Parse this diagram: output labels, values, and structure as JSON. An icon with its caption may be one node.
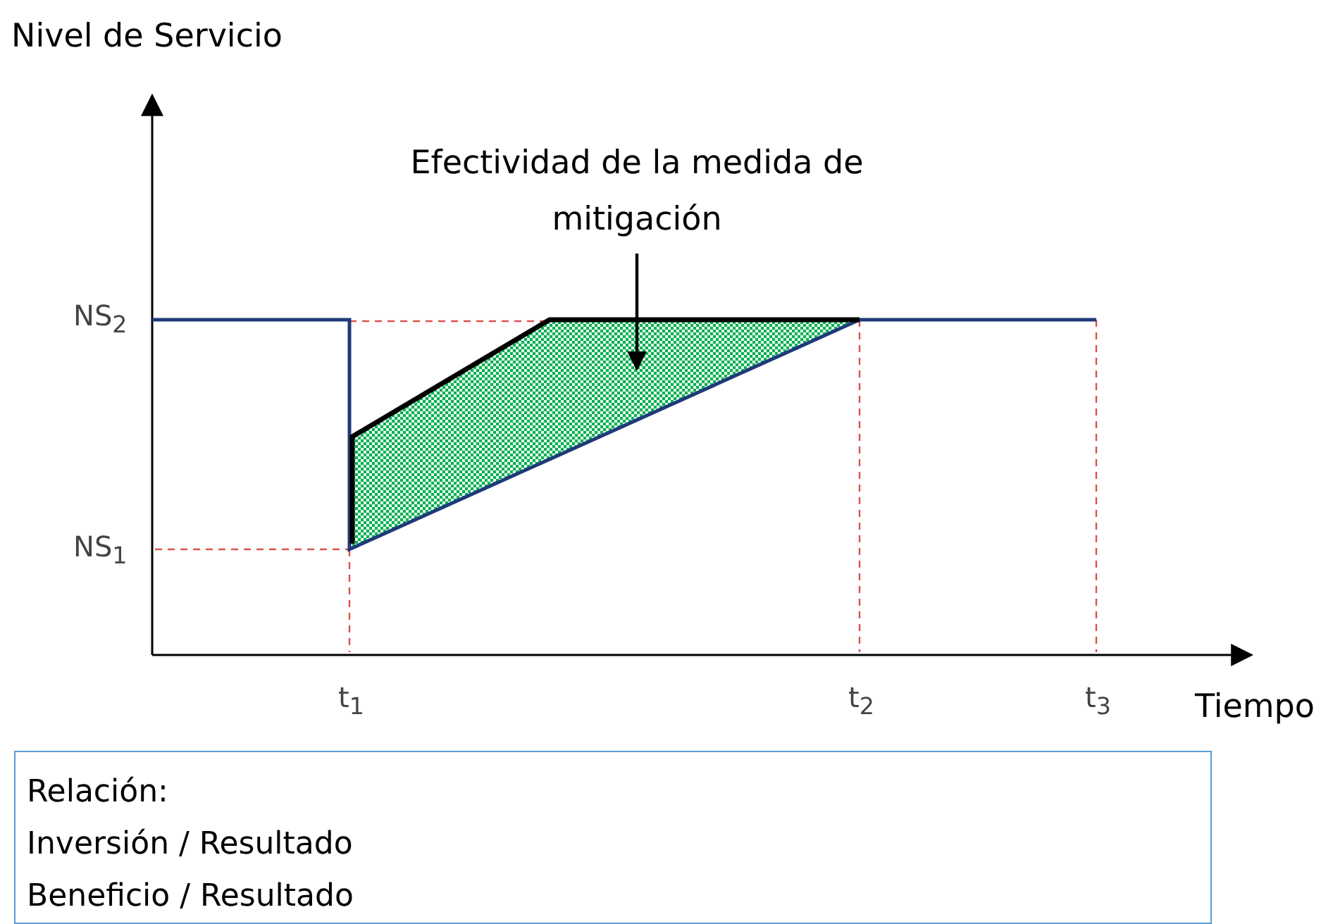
{
  "diagram": {
    "nodes": [
      {
        "text": [
          "Efectividad de la medida de mitigación"
        ]
      },
      {
        "text": [],
        "shape": "area"
      },
      {
        "text": [
          "Relación:",
          "Inversión / Resultado",
          "Beneficio / Resultado"
        ]
      }
    ],
    "edges": [
      {
        "from": 0,
        "to": 1,
        "arrow": "to"
      }
    ],
    "labels": [
      "Nivel de Servicio",
      "NS$_{2}$",
      "NS$_{1}$",
      "t$_{1}$",
      "t$_{2}$",
      "t$_{3}$",
      "Tiempo"
    ]
  }
}
